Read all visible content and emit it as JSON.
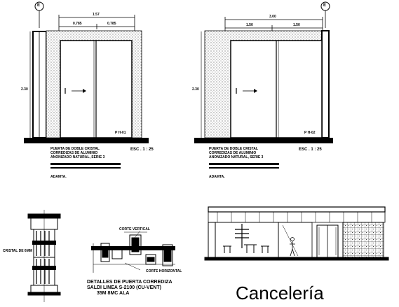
{
  "left_elevation": {
    "width_total": "1.57",
    "width_a": "0.785",
    "width_b": "0.785",
    "height": "2.30",
    "tag": "P H-01",
    "scale": "ESC . 1 : 25",
    "desc_lines": [
      "PUERTA DE DOBLE CRISTAL",
      "CORREDIZAS DE ALUMINIO",
      "ANONIZADO NATURAL, SERIE 3"
    ],
    "note": "ADAMTA."
  },
  "right_elevation": {
    "width_total": "3.00",
    "width_a": "1.50",
    "width_b": "1.50",
    "height": "2.30",
    "tag": "P H-02",
    "scale": "ESC . 1 : 25",
    "desc_lines": [
      "PUERTA DE DOBLE CRISTAL",
      "CORREDIZAS DE ALUMINIO",
      "ANONIZADO NATURAL, SERIE 3"
    ],
    "note": "ADAMTA."
  },
  "axis_marker": "E",
  "details": {
    "cristal_label": "CRISTAL DE 6MM",
    "corte_vertical": "CORTE VERTICAL",
    "corte_horizontal": "CORTE HORIZONTAL",
    "heading_lines": [
      "DETALLES DE PUERTA CORREDIZA",
      "SALDI LINEA S-2100 (CU-VENT)",
      "35M 8MC ALA"
    ]
  },
  "title": "Cancelería"
}
